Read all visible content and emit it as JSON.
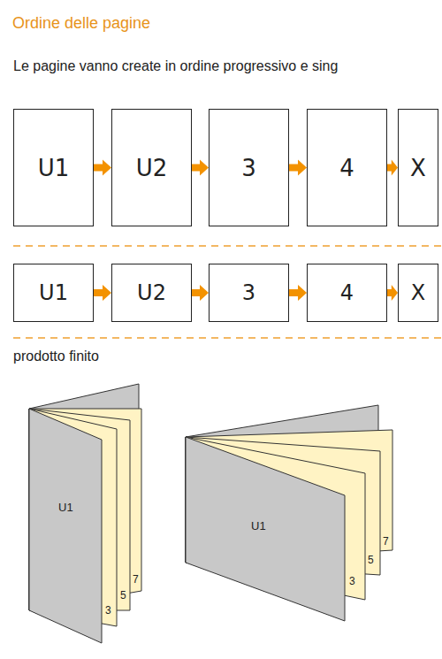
{
  "diagram": {
    "title": "Ordine delle pagine",
    "nodes": [
      {
        "text": [
          "U1"
        ]
      },
      {
        "text": [
          "U2"
        ]
      },
      {
        "text": [
          "3"
        ]
      },
      {
        "text": [
          "4"
        ]
      },
      {
        "text": [
          "X"
        ]
      },
      {
        "text": [
          "U1"
        ]
      },
      {
        "text": [
          "U2"
        ]
      },
      {
        "text": [
          "3"
        ]
      },
      {
        "text": [
          "4"
        ]
      },
      {
        "text": [
          "X"
        ]
      }
    ],
    "edges": [
      {
        "from": 0,
        "to": 1,
        "arrow": "to"
      },
      {
        "from": 1,
        "to": 2,
        "arrow": "to"
      },
      {
        "from": 2,
        "to": 3,
        "arrow": "to"
      },
      {
        "from": 3,
        "to": 4,
        "arrow": "to"
      },
      {
        "from": 5,
        "to": 6,
        "arrow": "to"
      },
      {
        "from": 6,
        "to": 7,
        "arrow": "to"
      },
      {
        "from": 7,
        "to": 8,
        "arrow": "to"
      },
      {
        "from": 8,
        "to": 9,
        "arrow": "to"
      }
    ],
    "labels": [
      "Le pagine vanno create in ordine progressivo e sing",
      "prodotto finito",
      "U1",
      "3",
      "5",
      "7",
      "U1",
      "3",
      "5",
      "7"
    ]
  }
}
